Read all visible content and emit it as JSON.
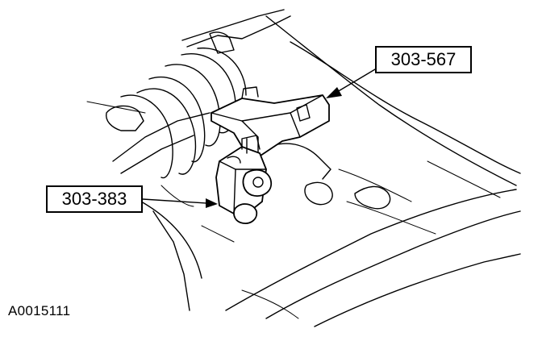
{
  "callouts": {
    "tool_top": "303-567",
    "tool_left": "303-383"
  },
  "figure_code": "A0015111",
  "colors": {
    "line": "#000000",
    "background": "#ffffff"
  }
}
